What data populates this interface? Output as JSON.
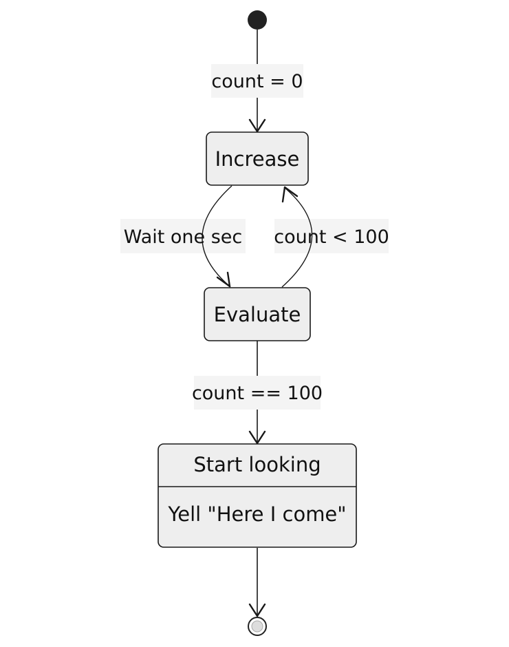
{
  "diagram": {
    "type": "state-diagram",
    "states": {
      "increase": "Increase",
      "evaluate": "Evaluate",
      "start_looking": {
        "title": "Start looking",
        "description": "Yell \"Here I come\""
      }
    },
    "transitions": [
      {
        "from": "start",
        "to": "increase",
        "label": "count = 0"
      },
      {
        "from": "increase",
        "to": "evaluate",
        "label": "Wait one sec"
      },
      {
        "from": "evaluate",
        "to": "increase",
        "label": "count < 100"
      },
      {
        "from": "evaluate",
        "to": "start_looking",
        "label": "count == 100"
      },
      {
        "from": "start_looking",
        "to": "end",
        "label": ""
      }
    ],
    "colors": {
      "node_fill": "#eeeeee",
      "stroke": "#181818",
      "label_background": "#f4f4f4",
      "end_fill": "#dddddd"
    }
  }
}
